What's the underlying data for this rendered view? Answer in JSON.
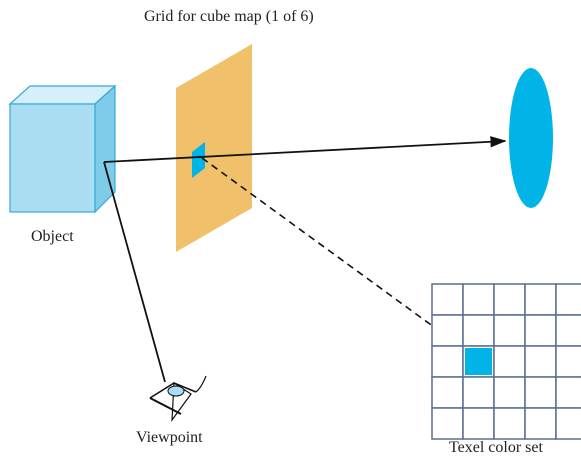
{
  "labels": {
    "grid": "Grid for cube map (1 of 6)",
    "object": "Object",
    "viewpoint": "Viewpoint",
    "texel_set": "Texel color set"
  },
  "colors": {
    "grid_plane": "#f0c06a",
    "accent_blue": "#00b4e8",
    "cube_front": "#a8ddf2",
    "cube_top": "#d6f0fb",
    "cube_side": "#7fcbea",
    "texel_grid_line": "#5a6f8f",
    "line": "#111111"
  },
  "texel_grid": {
    "rows": 5,
    "cols": 5,
    "highlighted_row": 2,
    "highlighted_col": 1
  }
}
